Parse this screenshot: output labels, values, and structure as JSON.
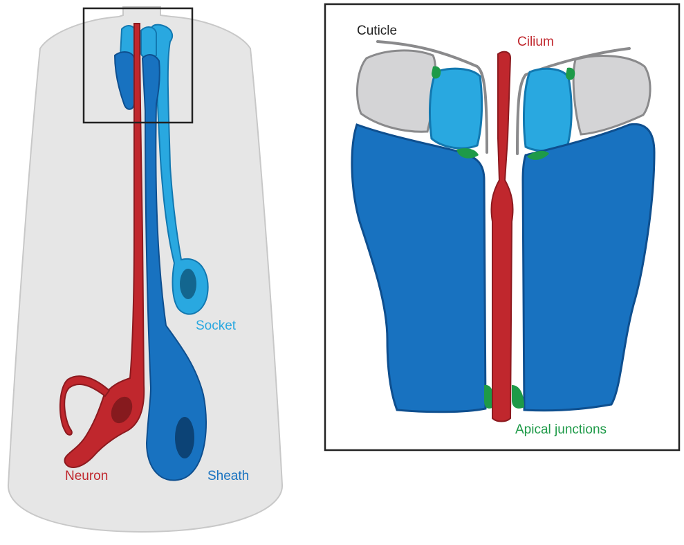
{
  "figure": {
    "overview_labels": {
      "socket": "Socket",
      "neuron": "Neuron",
      "sheath": "Sheath"
    },
    "detail_labels": {
      "cuticle": "Cuticle",
      "cilium": "Cilium",
      "apical_junctions": "Apical junctions"
    }
  },
  "colors": {
    "body": "#e6e6e6",
    "body_outline": "#c8c8c8",
    "neuron": "#c0272d",
    "neuron_outline": "#8c1a1f",
    "sheath": "#1872c0",
    "sheath_outline": "#0e4f8f",
    "socket": "#29a8e0",
    "socket_outline": "#1278b0",
    "cuticle_cell": "#d4d4d6",
    "cuticle_outline": "#8a8a8c",
    "junction": "#1e9a48",
    "box_frame": "#222222",
    "label_cuticle": "#222222"
  }
}
